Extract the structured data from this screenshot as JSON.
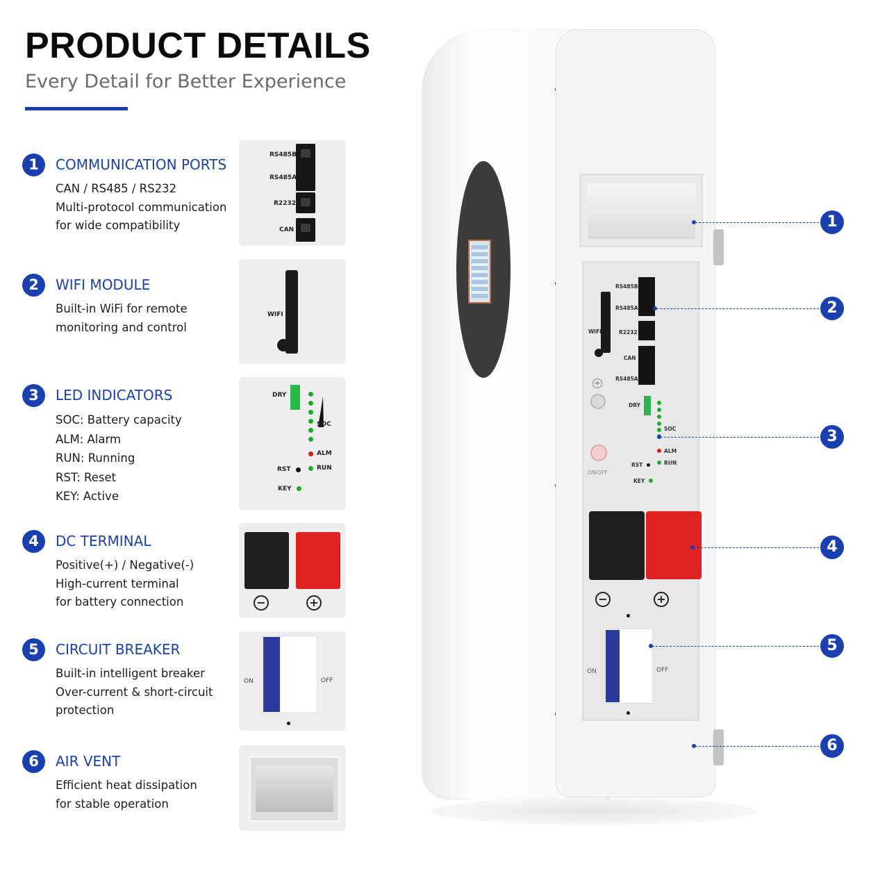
{
  "header": {
    "title": "PRODUCT DETAILS",
    "subtitle": "Every Detail for Better Experience"
  },
  "colors": {
    "accent": "#1a3fb0",
    "positive": "#e02020",
    "negative": "#1e1e1e",
    "led_green": "#1eaa2a",
    "led_red": "#d61e1e"
  },
  "features": [
    {
      "num": "1",
      "title": "COMMUNICATION PORTS",
      "lines": [
        "CAN / RS485 / RS232",
        "Multi-protocol communication",
        "for wide compatibility"
      ]
    },
    {
      "num": "2",
      "title": "WIFI MODULE",
      "lines": [
        "Built-in WiFi for remote",
        "monitoring and control"
      ]
    },
    {
      "num": "3",
      "title": "LED INDICATORS",
      "lines": [
        "SOC: Battery capacity",
        "ALM: Alarm",
        "RUN: Running",
        "RST: Reset",
        "KEY: Active"
      ]
    },
    {
      "num": "4",
      "title": "DC TERMINAL",
      "lines": [
        "Positive(+) / Negative(-)",
        "High-current terminal",
        "for battery connection"
      ]
    },
    {
      "num": "5",
      "title": "CIRCUIT BREAKER",
      "lines": [
        "Built-in intelligent breaker",
        "Over-current & short-circuit",
        "protection"
      ]
    },
    {
      "num": "6",
      "title": "AIR VENT",
      "lines": [
        "Efficient heat dissipation",
        "for stable operation"
      ]
    }
  ],
  "thumbs": {
    "ports": [
      "RS485B",
      "RS485A",
      "R2232",
      "CAN"
    ],
    "wifi": "WIFI",
    "leds": {
      "dry": "DRY",
      "soc": "SOC",
      "alm": "ALM",
      "rst": "RST",
      "run": "RUN",
      "key": "KEY"
    },
    "dc": {
      "neg": "−",
      "pos": "+"
    },
    "breaker": {
      "on": "ON",
      "off": "OFF"
    }
  },
  "device": {
    "ports": [
      "RS485B",
      "RS485A",
      "R2232",
      "CAN",
      "RS485A"
    ],
    "wifi": "WIFI",
    "dry": "DRY",
    "soc": "SOC",
    "alm": "ALM",
    "rst": "RST",
    "run": "RUN",
    "key": "KEY",
    "onoff": "ON/OFF",
    "neg": "−",
    "pos": "+",
    "breaker_on": "ON",
    "breaker_off": "OFF"
  },
  "callouts": [
    "1",
    "2",
    "3",
    "4",
    "5",
    "6"
  ]
}
